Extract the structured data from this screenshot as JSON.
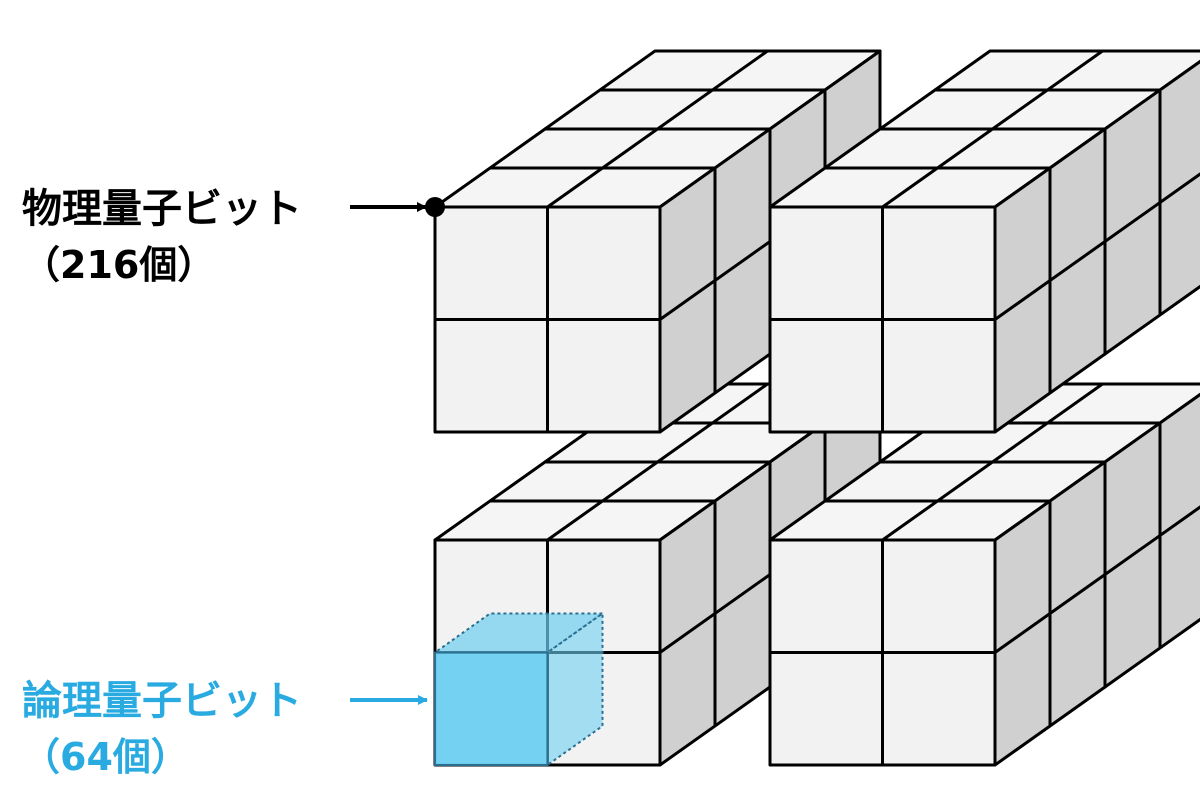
{
  "labels": {
    "physical": {
      "title": "物理量子ビット",
      "count": "（216個）"
    },
    "logical": {
      "title": "論理量子ビット",
      "count": "（64個）"
    }
  },
  "colors": {
    "cube_front": "#f2f2f2",
    "cube_top": "#f5f5f5",
    "cube_side": "#d0d0d0",
    "edge": "#000000",
    "logical": "#6ecff1",
    "logical_text": "#29abe2",
    "physical_text": "#000000"
  },
  "structure": {
    "blocks_per_axis": 2,
    "cells_per_block_axis": 2
  }
}
